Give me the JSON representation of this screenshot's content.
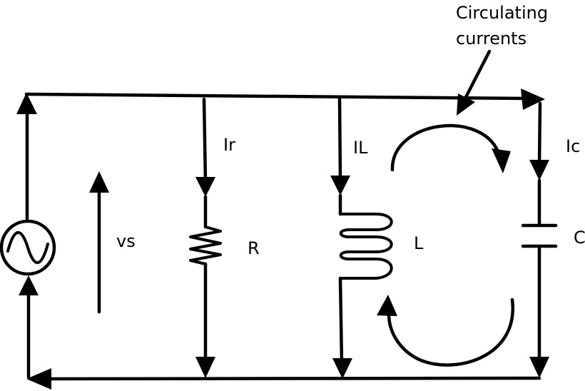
{
  "labels": {
    "annotation_line1": "Circulating",
    "annotation_line2": "currents",
    "source_voltage": "vs",
    "current_r": "Ir",
    "resistor": "R",
    "current_l": "IL",
    "inductor": "L",
    "current_c": "Ic",
    "capacitor": "C"
  },
  "colors": {
    "stroke": "#000000",
    "background": "#ffffff"
  }
}
